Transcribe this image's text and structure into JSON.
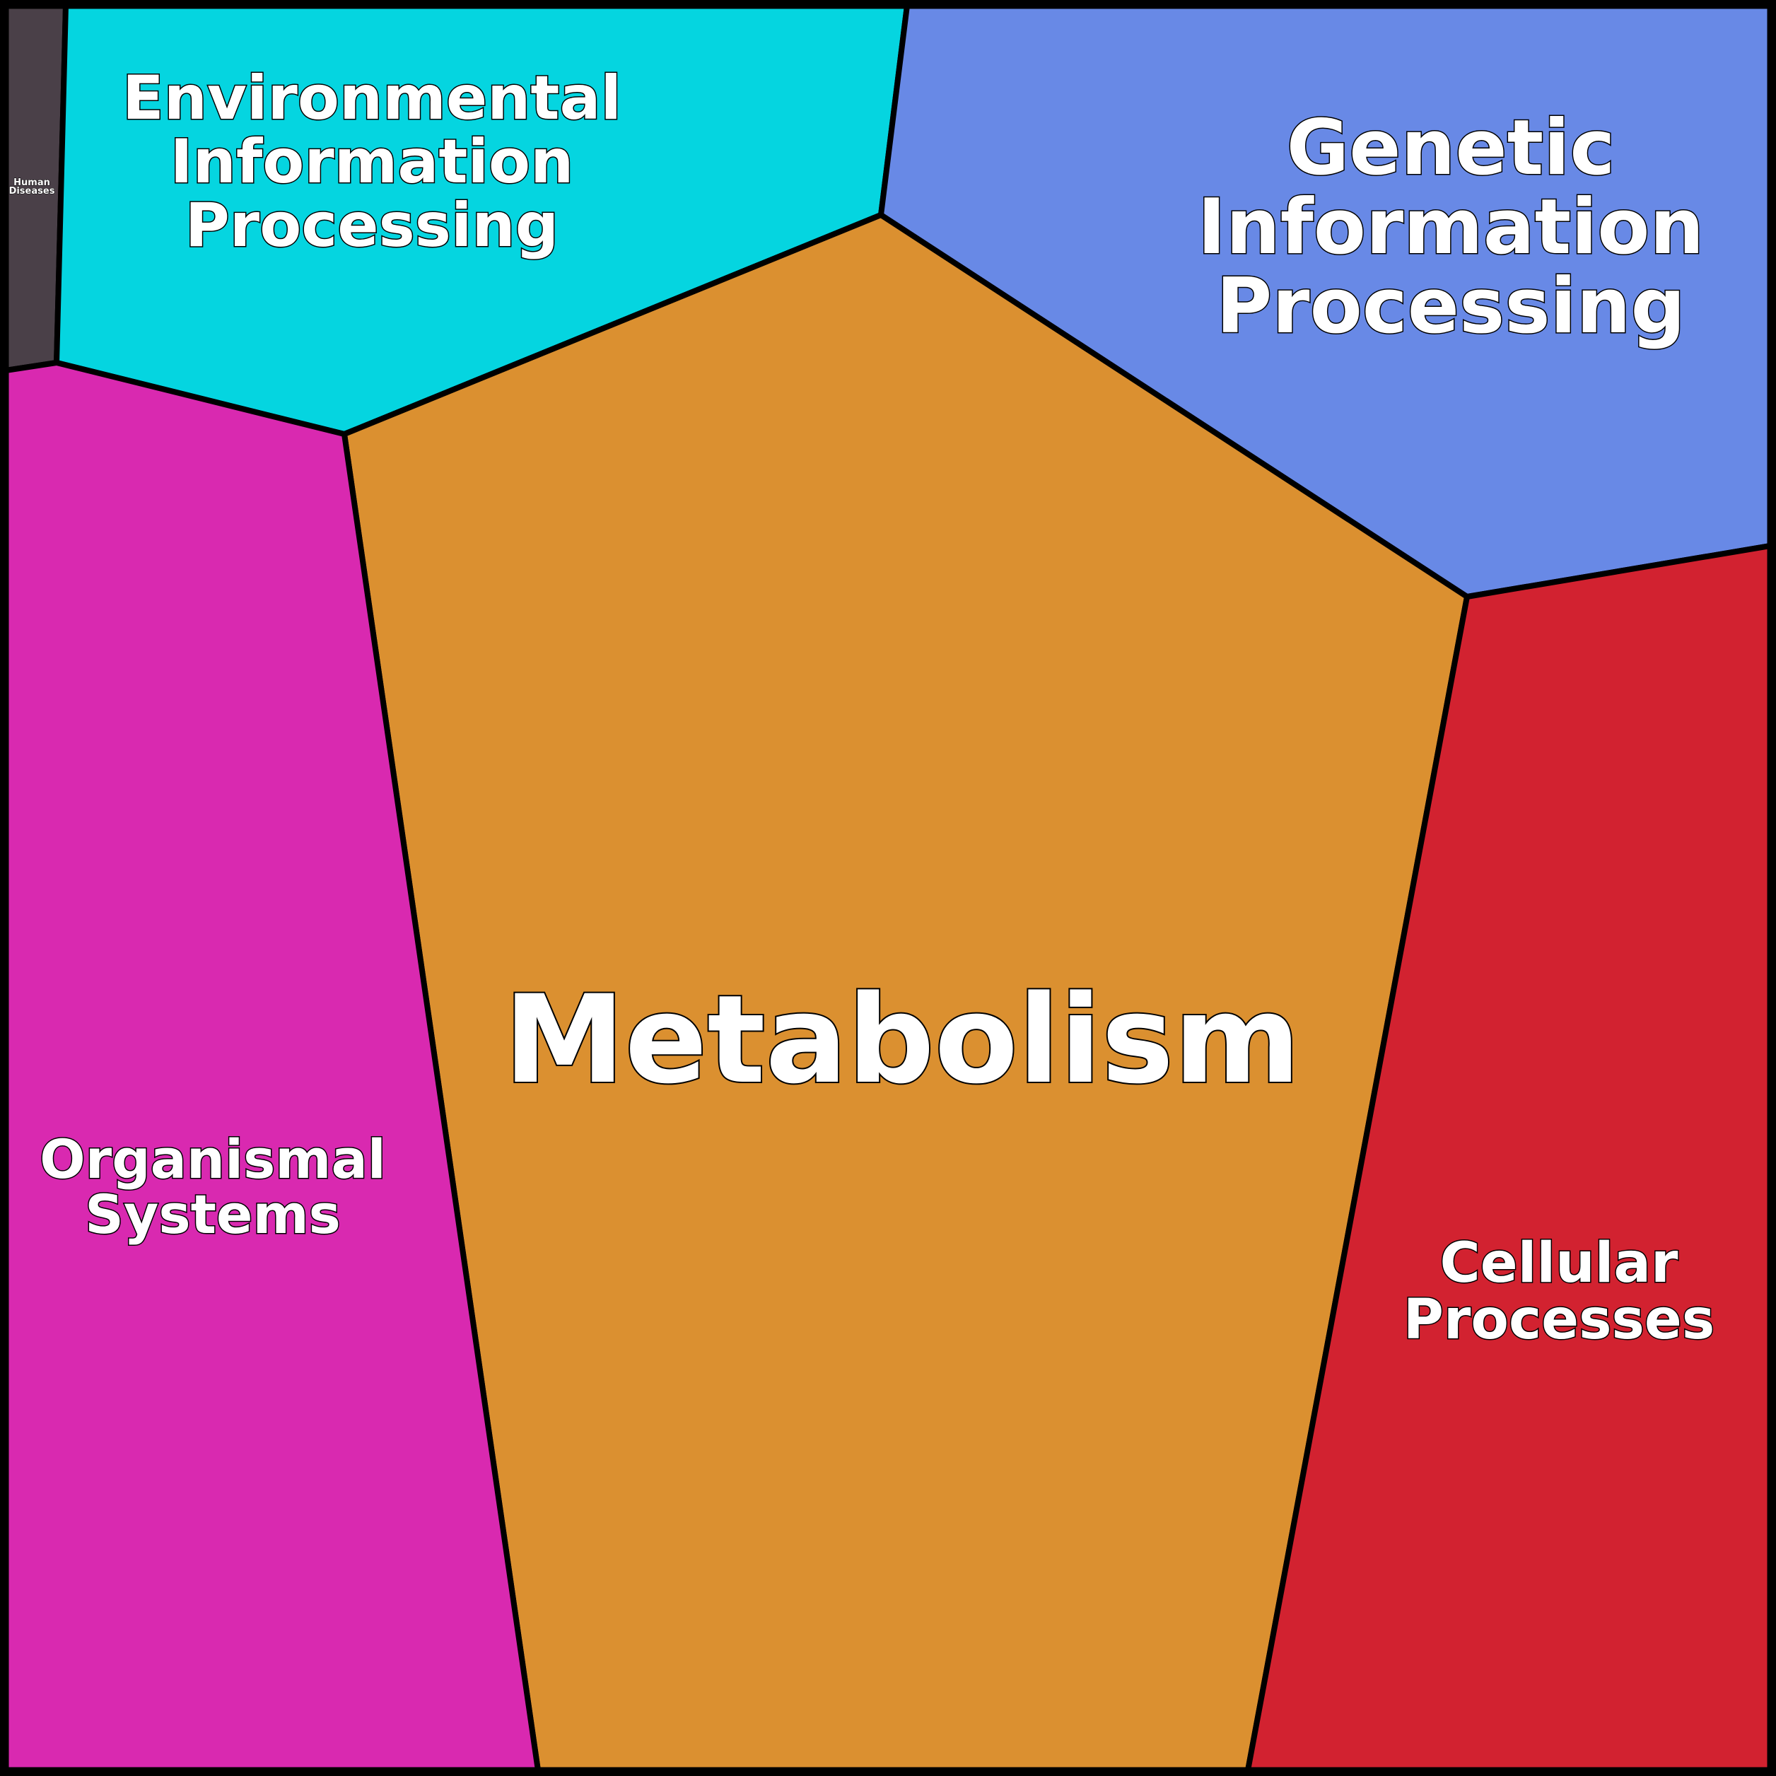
{
  "title": "KEGG pathway category Voronoi treemap",
  "categories": [
    {
      "id": "human-diseases",
      "lines": [
        "Human",
        "Diseases"
      ],
      "color": "#4a4048"
    },
    {
      "id": "environmental",
      "lines": [
        "Environmental",
        "Information",
        "Processing"
      ],
      "color": "#05d5e0"
    },
    {
      "id": "genetic",
      "lines": [
        "Genetic",
        "Information",
        "Processing"
      ],
      "color": "#6889e6"
    },
    {
      "id": "metabolism",
      "lines": [
        "Metabolism"
      ],
      "color": "#db9030"
    },
    {
      "id": "organismal",
      "lines": [
        "Organismal",
        "Systems"
      ],
      "color": "#d929b0"
    },
    {
      "id": "cellular",
      "lines": [
        "Cellular",
        "Processes"
      ],
      "color": "#d22230"
    }
  ]
}
